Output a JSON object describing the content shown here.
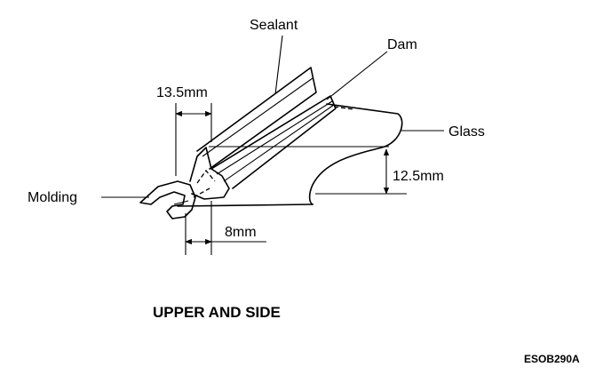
{
  "labels": {
    "sealant": "Sealant",
    "dam": "Dam",
    "glass": "Glass",
    "molding": "Molding",
    "dim_top": "13.5mm",
    "dim_right": "12.5mm",
    "dim_bottom": "8mm"
  },
  "caption": "UPPER AND SIDE",
  "figure_code": "ESOB290A"
}
